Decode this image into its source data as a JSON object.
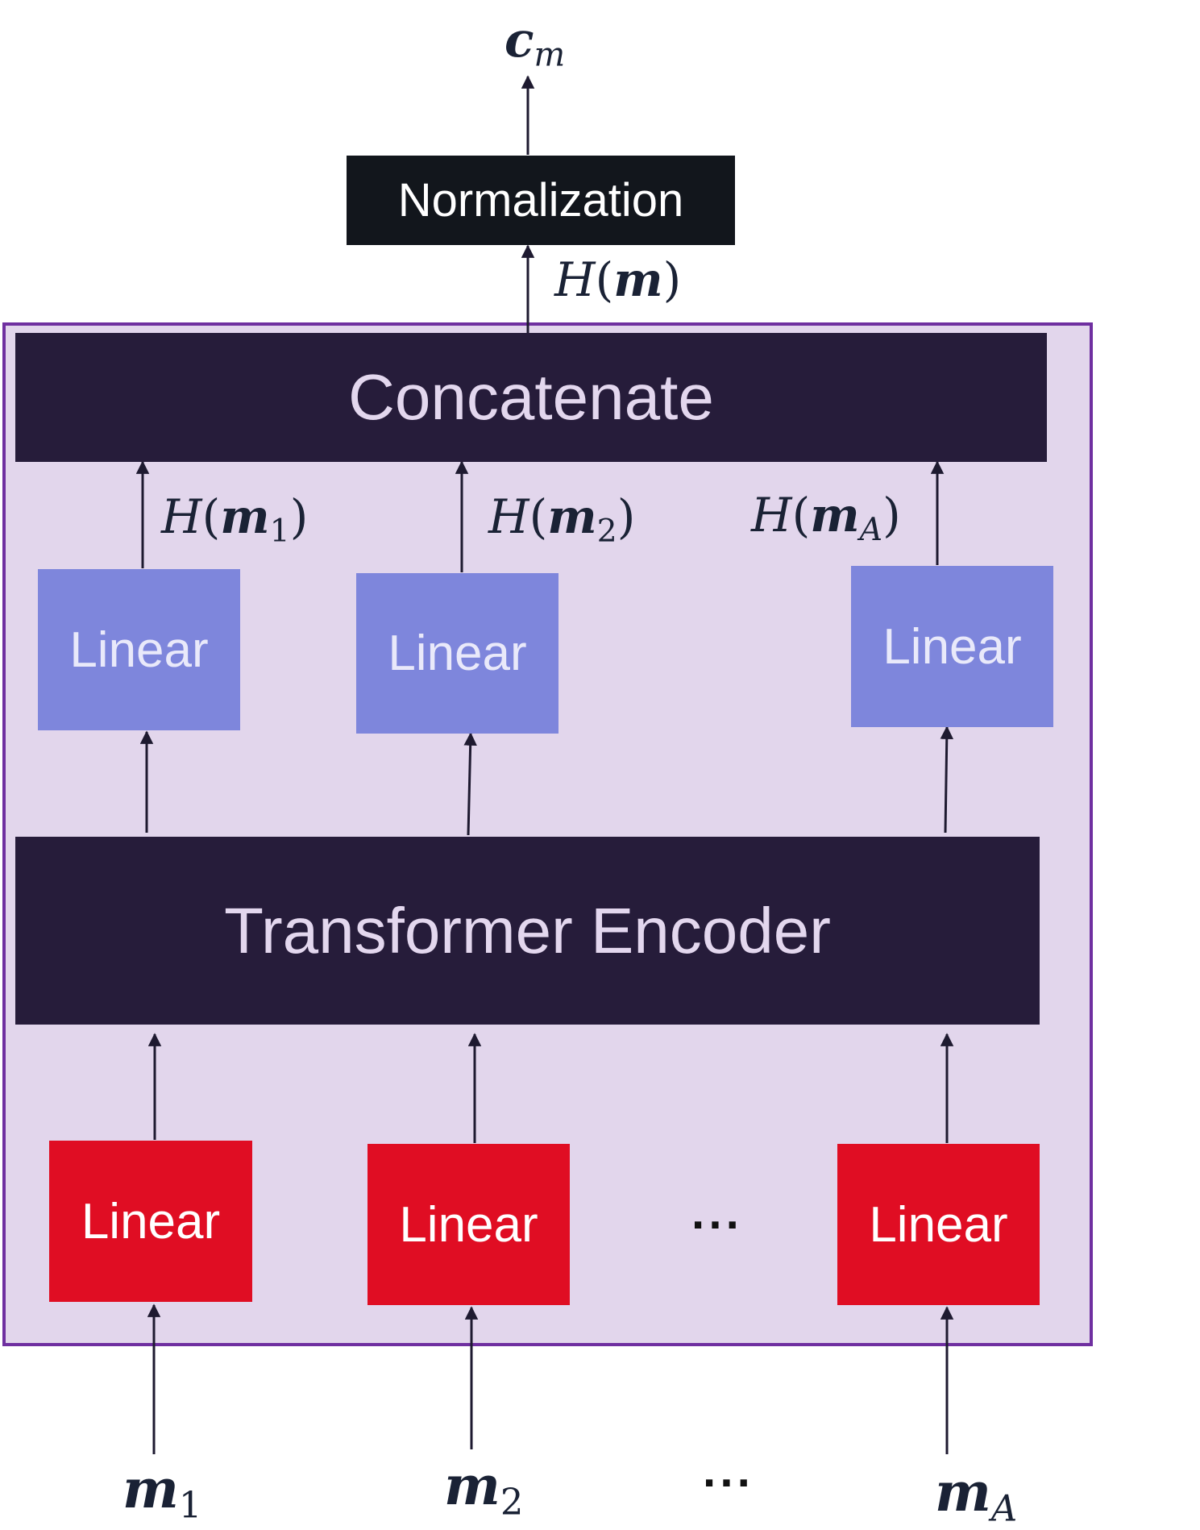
{
  "output": {
    "base": "c",
    "sub": "m"
  },
  "normalization": {
    "label": "Normalization"
  },
  "h_output": {
    "prefix": "H",
    "open": "(",
    "var": "m",
    "close": ")"
  },
  "concatenate": {
    "label": "Concatenate"
  },
  "h_outputs": [
    {
      "prefix": "H",
      "open": "(",
      "var": "m",
      "sub": "1",
      "close": ")"
    },
    {
      "prefix": "H",
      "open": "(",
      "var": "m",
      "sub": "2",
      "close": ")"
    },
    {
      "prefix": "H",
      "open": "(",
      "var": "m",
      "sub": "A",
      "close": ")"
    }
  ],
  "linear_top": [
    "Linear",
    "Linear",
    "Linear"
  ],
  "encoder": {
    "label": "Transformer Encoder"
  },
  "linear_bottom": [
    "Linear",
    "Linear",
    "Linear"
  ],
  "ellipsis_mid": "···",
  "inputs": [
    {
      "var": "m",
      "sub": "1"
    },
    {
      "var": "m",
      "sub": "2"
    },
    {
      "var": "m",
      "sub": "A"
    }
  ],
  "ellipsis_bottom": "···",
  "colors": {
    "panel_fill": "#e2d6ec",
    "panel_border": "#6f2fa0",
    "dark_block": "#261c3a",
    "normalization_block": "#12161c",
    "linear_top": "#7e86dc",
    "linear_bottom": "#e00d23",
    "arrow": "#1e1a30"
  }
}
